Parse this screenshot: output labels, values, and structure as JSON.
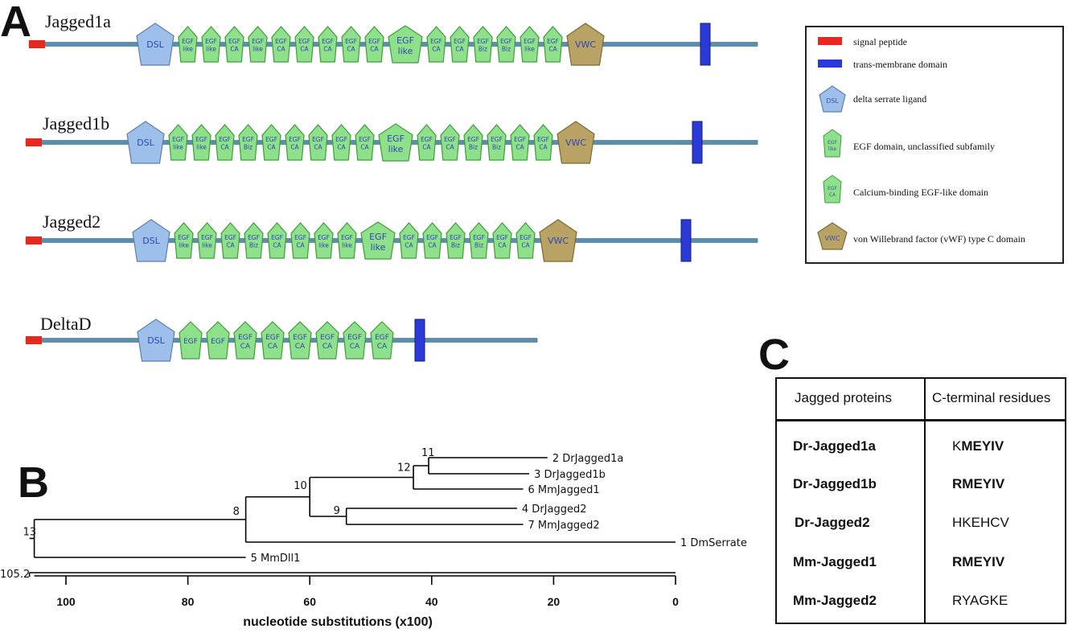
{
  "panels": {
    "a": "A",
    "b": "B",
    "c": "C"
  },
  "domain_colors": {
    "signal_peptide": "#e8281f",
    "transmembrane": "#2b3ad6",
    "dsl": "#9dbfe9",
    "egf": "#8fe08a",
    "vwc": "#b8a264",
    "backbone": "#5b8eaa"
  },
  "proteins": [
    {
      "name": "Jagged1a",
      "domains": [
        {
          "type": "dsl",
          "label": "DSL"
        },
        {
          "type": "egf",
          "label": "EGF like"
        },
        {
          "type": "egf",
          "label": "EGF like"
        },
        {
          "type": "egf",
          "label": "EGF CA"
        },
        {
          "type": "egf",
          "label": "EGF like"
        },
        {
          "type": "egf",
          "label": "EGF CA"
        },
        {
          "type": "egf",
          "label": "EGF CA"
        },
        {
          "type": "egf",
          "label": "EGF CA"
        },
        {
          "type": "egf",
          "label": "EGF CA"
        },
        {
          "type": "egf",
          "label": "EGF CA"
        },
        {
          "type": "egfbig",
          "label": "EGF like"
        },
        {
          "type": "egf",
          "label": "EGF CA"
        },
        {
          "type": "egf",
          "label": "EGF CA"
        },
        {
          "type": "egf",
          "label": "EGF Biz"
        },
        {
          "type": "egf",
          "label": "EGF Biz"
        },
        {
          "type": "egf",
          "label": "EGF like"
        },
        {
          "type": "egf",
          "label": "EGF CA"
        },
        {
          "type": "vwc",
          "label": "VWC"
        }
      ]
    },
    {
      "name": "Jagged1b",
      "domains": [
        {
          "type": "dsl",
          "label": "DSL"
        },
        {
          "type": "egf",
          "label": "EGF like"
        },
        {
          "type": "egf",
          "label": "EGF like"
        },
        {
          "type": "egf",
          "label": "EGF CA"
        },
        {
          "type": "egf",
          "label": "EGF Biz"
        },
        {
          "type": "egf",
          "label": "EGF CA"
        },
        {
          "type": "egf",
          "label": "EGF CA"
        },
        {
          "type": "egf",
          "label": "EGF CA"
        },
        {
          "type": "egf",
          "label": "EGF CA"
        },
        {
          "type": "egf",
          "label": "EGF CA"
        },
        {
          "type": "egfbig",
          "label": "EGF like"
        },
        {
          "type": "egf",
          "label": "EGF CA"
        },
        {
          "type": "egf",
          "label": "EGF CA"
        },
        {
          "type": "egf",
          "label": "EGF Biz"
        },
        {
          "type": "egf",
          "label": "EGF Biz"
        },
        {
          "type": "egf",
          "label": "EGF CA"
        },
        {
          "type": "egf",
          "label": "EGF CA"
        },
        {
          "type": "vwc",
          "label": "VWC"
        }
      ]
    },
    {
      "name": "Jagged2",
      "domains": [
        {
          "type": "dsl",
          "label": "DSL"
        },
        {
          "type": "egf",
          "label": "EGF like"
        },
        {
          "type": "egf",
          "label": "EGF like"
        },
        {
          "type": "egf",
          "label": "EGF CA"
        },
        {
          "type": "egf",
          "label": "EGF Biz"
        },
        {
          "type": "egf",
          "label": "EGF CA"
        },
        {
          "type": "egf",
          "label": "EGF CA"
        },
        {
          "type": "egf",
          "label": "EGF like"
        },
        {
          "type": "egf",
          "label": "EGF like"
        },
        {
          "type": "egfbig",
          "label": "EGF like"
        },
        {
          "type": "egf",
          "label": "EGF CA"
        },
        {
          "type": "egf",
          "label": "EGF CA"
        },
        {
          "type": "egf",
          "label": "EGF Biz"
        },
        {
          "type": "egf",
          "label": "EGF Biz"
        },
        {
          "type": "egf",
          "label": "EGF CA"
        },
        {
          "type": "egf",
          "label": "EGF CA"
        },
        {
          "type": "vwc",
          "label": "VWC"
        }
      ]
    },
    {
      "name": "DeltaD",
      "domains": [
        {
          "type": "dsl",
          "label": "DSL"
        },
        {
          "type": "egfmid",
          "label": "EGF"
        },
        {
          "type": "egfmid",
          "label": "EGF"
        },
        {
          "type": "egfmid",
          "label": "EGF CA"
        },
        {
          "type": "egfmid",
          "label": "EGF CA"
        },
        {
          "type": "egfmid",
          "label": "EGF CA"
        },
        {
          "type": "egfmid",
          "label": "EGF CA"
        },
        {
          "type": "egfmid",
          "label": "EGF CA"
        },
        {
          "type": "egfmid",
          "label": "EGF CA"
        }
      ]
    }
  ],
  "legend": {
    "items": [
      {
        "type": "signal",
        "text": "signal peptide"
      },
      {
        "type": "tm",
        "text": "trans-membrane domain"
      },
      {
        "type": "dsl",
        "text": "delta serrate ligand",
        "icon_label": "DSL"
      },
      {
        "type": "egf",
        "text": "EGF domain, unclassified subfamily",
        "icon_label": "EGF like"
      },
      {
        "type": "egf",
        "text": "Calcium-binding EGF-like domain",
        "icon_label": "EGF CA"
      },
      {
        "type": "vwc",
        "text": "von Willebrand factor (vWF) type C domain",
        "icon_label": "VWC"
      }
    ]
  },
  "tree": {
    "leaves": [
      {
        "label": "2 DrJagged1a",
        "distance": 21
      },
      {
        "label": "3 DrJagged1b",
        "distance": 24
      },
      {
        "label": "6 MmJagged1",
        "distance": 25
      },
      {
        "label": "4 DrJagged2",
        "distance": 26
      },
      {
        "label": "7 MmJagged2",
        "distance": 25
      },
      {
        "label": "1 DmSerrate",
        "distance": 0
      },
      {
        "label": "5 MmDll1",
        "distance": 70.5
      }
    ],
    "nodes": [
      {
        "label": "11",
        "distance": 40.5
      },
      {
        "label": "12",
        "distance": 43
      },
      {
        "label": "10",
        "distance": 60
      },
      {
        "label": "9",
        "distance": 54
      },
      {
        "label": "8",
        "distance": 70.5
      },
      {
        "label": "13",
        "distance": 105.2
      }
    ],
    "scale_label": "105.2",
    "axis_ticks": [
      "100",
      "80",
      "60",
      "40",
      "20",
      "0"
    ],
    "axis_title": "nucleotide substitutions (x100)"
  },
  "table": {
    "headers": [
      "Jagged proteins",
      "C-terminal residues"
    ],
    "rows": [
      {
        "name": "Dr-Jagged1a",
        "residue_plain": "K",
        "residue_bold": "MEYIV"
      },
      {
        "name": "Dr-Jagged1b",
        "residue_plain": "",
        "residue_bold": "RMEYIV"
      },
      {
        "name": "Dr-Jagged2",
        "residue_plain": "HKEHCV",
        "residue_bold": ""
      },
      {
        "name": "Mm-Jagged1",
        "residue_plain": "",
        "residue_bold": "RMEYIV"
      },
      {
        "name": "Mm-Jagged2",
        "residue_plain": "RYAGKE",
        "residue_bold": ""
      }
    ]
  }
}
